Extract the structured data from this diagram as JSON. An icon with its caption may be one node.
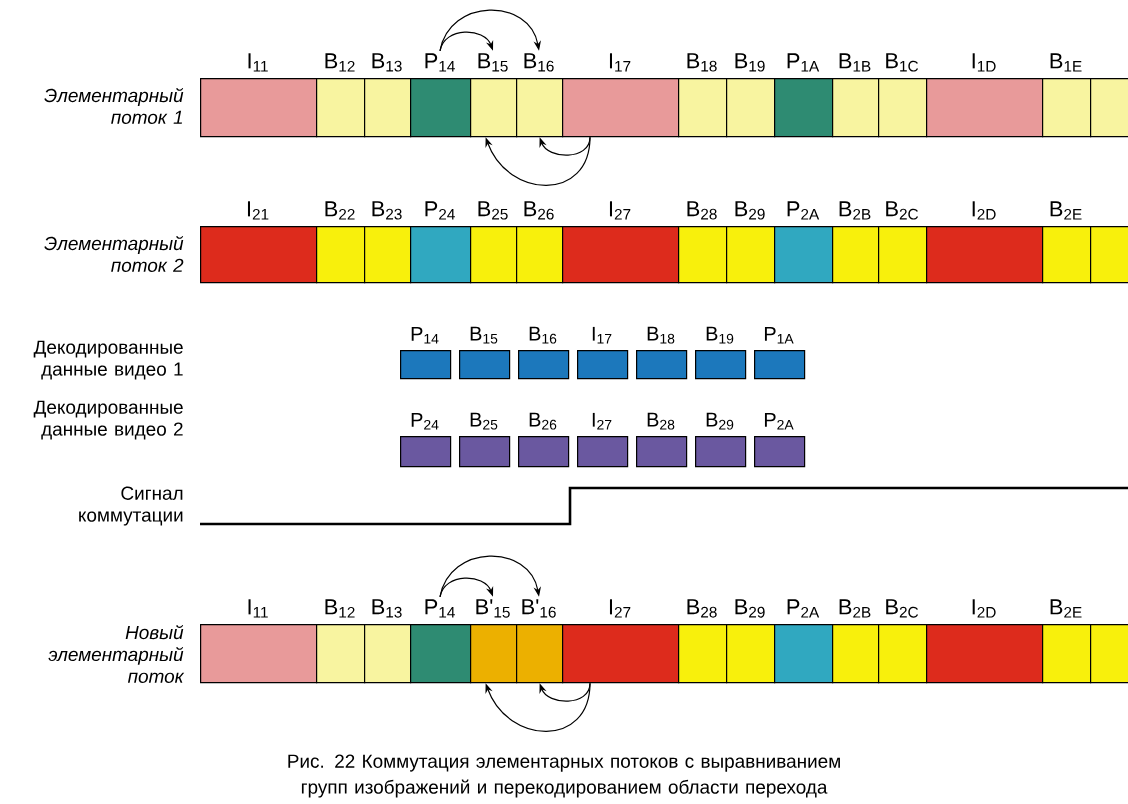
{
  "diagram": {
    "caption": "Рис. 22 Коммутация элементарных потоков с выравниванием групп изображений и перекодированием области перехода",
    "nodes": [
      {
        "text": [
          "I$_{11}$"
        ]
      },
      {
        "text": [
          "B$_{12}$"
        ]
      },
      {
        "text": [
          "B$_{13}$"
        ]
      },
      {
        "text": [
          "P$_{14}$"
        ]
      },
      {
        "text": [
          "B$_{15}$"
        ]
      },
      {
        "text": [
          "B$_{16}$"
        ]
      },
      {
        "text": [
          "I$_{17}$"
        ]
      },
      {
        "text": [
          "B$_{18}$"
        ]
      },
      {
        "text": [
          "B$_{19}$"
        ]
      },
      {
        "text": [
          "P$_{1A}$"
        ]
      },
      {
        "text": [
          "B$_{1B}$"
        ]
      },
      {
        "text": [
          "B$_{1C}$"
        ]
      },
      {
        "text": [
          "I$_{1D}$"
        ]
      },
      {
        "text": [
          "B$_{1E}$"
        ]
      },
      {
        "text": [],
        "shape": "box"
      },
      {
        "text": [
          "I$_{21}$"
        ]
      },
      {
        "text": [
          "B$_{22}$"
        ]
      },
      {
        "text": [
          "B$_{23}$"
        ]
      },
      {
        "text": [
          "P$_{24}$"
        ]
      },
      {
        "text": [
          "B$_{25}$"
        ]
      },
      {
        "text": [
          "B$_{26}$"
        ]
      },
      {
        "text": [
          "I$_{27}$"
        ]
      },
      {
        "text": [
          "B$_{28}$"
        ]
      },
      {
        "text": [
          "B$_{29}$"
        ]
      },
      {
        "text": [
          "P$_{2A}$"
        ]
      },
      {
        "text": [
          "B$_{2B}$"
        ]
      },
      {
        "text": [
          "B$_{2C}$"
        ]
      },
      {
        "text": [
          "I$_{2D}$"
        ]
      },
      {
        "text": [
          "B$_{2E}$"
        ]
      },
      {
        "text": [],
        "shape": "box"
      },
      {
        "text": [
          "P$_{14}$"
        ]
      },
      {
        "text": [
          "B$_{15}$"
        ]
      },
      {
        "text": [
          "B$_{16}$"
        ]
      },
      {
        "text": [
          "I$_{17}$"
        ]
      },
      {
        "text": [
          "B$_{18}$"
        ]
      },
      {
        "text": [
          "B$_{19}$"
        ]
      },
      {
        "text": [
          "P$_{1A}$"
        ]
      },
      {
        "text": [
          "P$_{24}$"
        ]
      },
      {
        "text": [
          "B$_{25}$"
        ]
      },
      {
        "text": [
          "B$_{26}$"
        ]
      },
      {
        "text": [
          "I$_{27}$"
        ]
      },
      {
        "text": [
          "B$_{28}$"
        ]
      },
      {
        "text": [
          "B$_{29}$"
        ]
      },
      {
        "text": [
          "P$_{2A}$"
        ]
      },
      {
        "text": [
          "I$_{11}$"
        ]
      },
      {
        "text": [
          "B$_{12}$"
        ]
      },
      {
        "text": [
          "B$_{13}$"
        ]
      },
      {
        "text": [
          "P$_{14}$"
        ]
      },
      {
        "text": [
          "B'$_{15}$"
        ]
      },
      {
        "text": [
          "B'$_{16}$"
        ]
      },
      {
        "text": [
          "I$_{27}$"
        ]
      },
      {
        "text": [
          "B$_{28}$"
        ]
      },
      {
        "text": [
          "B$_{29}$"
        ]
      },
      {
        "text": [
          "P$_{2A}$"
        ]
      },
      {
        "text": [
          "B$_{2B}$"
        ]
      },
      {
        "text": [
          "B$_{2C}$"
        ]
      },
      {
        "text": [
          "I$_{2D}$"
        ]
      },
      {
        "text": [
          "B$_{2E}$"
        ]
      },
      {
        "text": [],
        "shape": "box"
      }
    ],
    "edges": [
      {
        "from": 3,
        "to": 4,
        "arrow": "to"
      },
      {
        "from": 3,
        "to": 5,
        "arrow": "to"
      },
      {
        "from": 6,
        "to": 4,
        "arrow": "to"
      },
      {
        "from": 6,
        "to": 5,
        "arrow": "to"
      },
      {
        "from": 47,
        "to": 48,
        "arrow": "to"
      },
      {
        "from": 47,
        "to": 49,
        "arrow": "to"
      },
      {
        "from": 50,
        "to": 48,
        "arrow": "to"
      },
      {
        "from": 50,
        "to": 49,
        "arrow": "to"
      }
    ],
    "labels": [
      "Элементарный поток 1",
      "Элементарный поток 2",
      "Декодированные данные видео 1",
      "Декодированные данные видео 2",
      "Сигнал коммутации",
      "Новый элементарный поток"
    ]
  }
}
